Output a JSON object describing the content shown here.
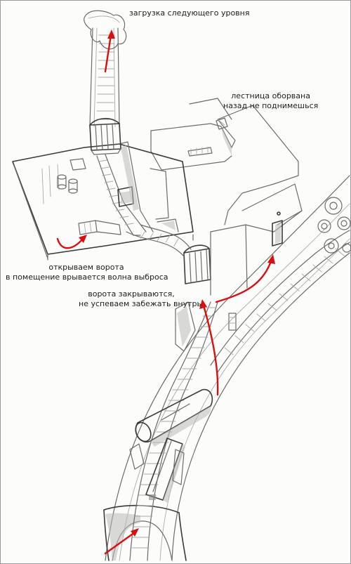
{
  "labels": {
    "next_level": "загрузка следующего уровня",
    "ladder_line1": "лестница оборвана",
    "ladder_line2": "назад не поднимешься",
    "gate_open_line1": "открываем ворота",
    "gate_open_line2": "в помещение врывается волна выброса",
    "gate_close_line1": "ворота закрываются,",
    "gate_close_line2": "не успеваем забежать внутрь"
  },
  "colors": {
    "arrow": "#d90f0f",
    "pencil": "#6b6b6b",
    "paper": "#fcfcfb"
  }
}
